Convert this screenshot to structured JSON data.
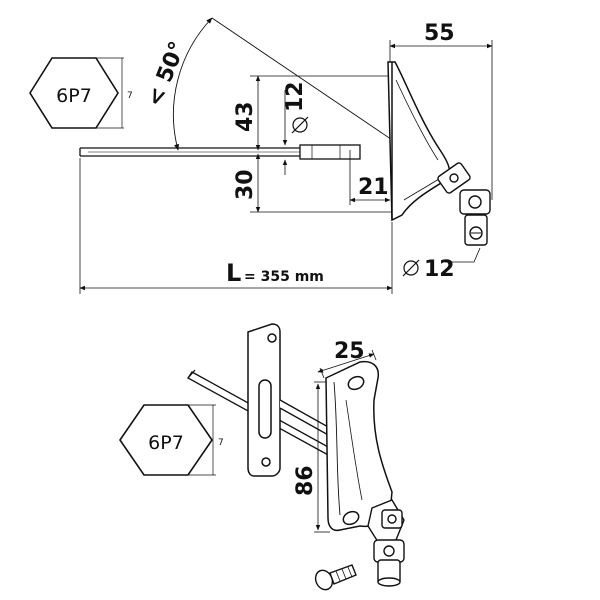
{
  "top_view": {
    "hex_label": "6P7",
    "hex_size": "7",
    "angle": "< 50°",
    "dim_55": "55",
    "dim_43": "43",
    "dim_30": "30",
    "dim_21": "21",
    "dia_12_top": "12",
    "dia_12_bottom": "12",
    "length_prefix": "L",
    "length_value": "= 355 mm"
  },
  "iso_view": {
    "hex_label": "6P7",
    "hex_size": "7",
    "dim_25": "25",
    "dim_86": "86"
  }
}
